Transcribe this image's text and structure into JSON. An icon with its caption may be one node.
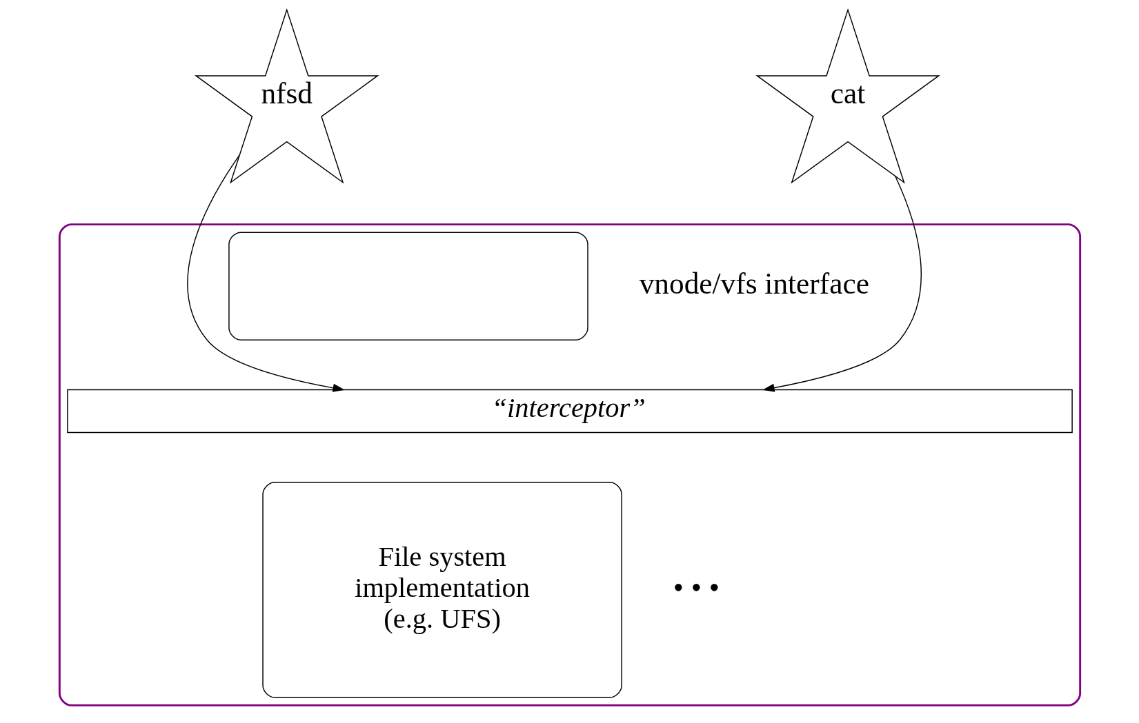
{
  "diagram": {
    "nodes": [
      {
        "text": [
          "nfsd"
        ]
      },
      {
        "text": [
          "cat"
        ]
      },
      {
        "text": [],
        "shape": "box"
      },
      {
        "text": [],
        "shape": "box",
        "in": 2
      },
      {
        "text": [
          "“interceptor”"
        ],
        "in": 2
      },
      {
        "text": [
          "File system implementation (e.g. UFS)"
        ],
        "in": 2
      }
    ],
    "edges": [
      {
        "from": 0,
        "to": 4,
        "arrow": "to"
      },
      {
        "from": 1,
        "to": 4,
        "arrow": "to"
      }
    ],
    "labels": [
      "vnode/vfs interface",
      "• • •"
    ]
  }
}
